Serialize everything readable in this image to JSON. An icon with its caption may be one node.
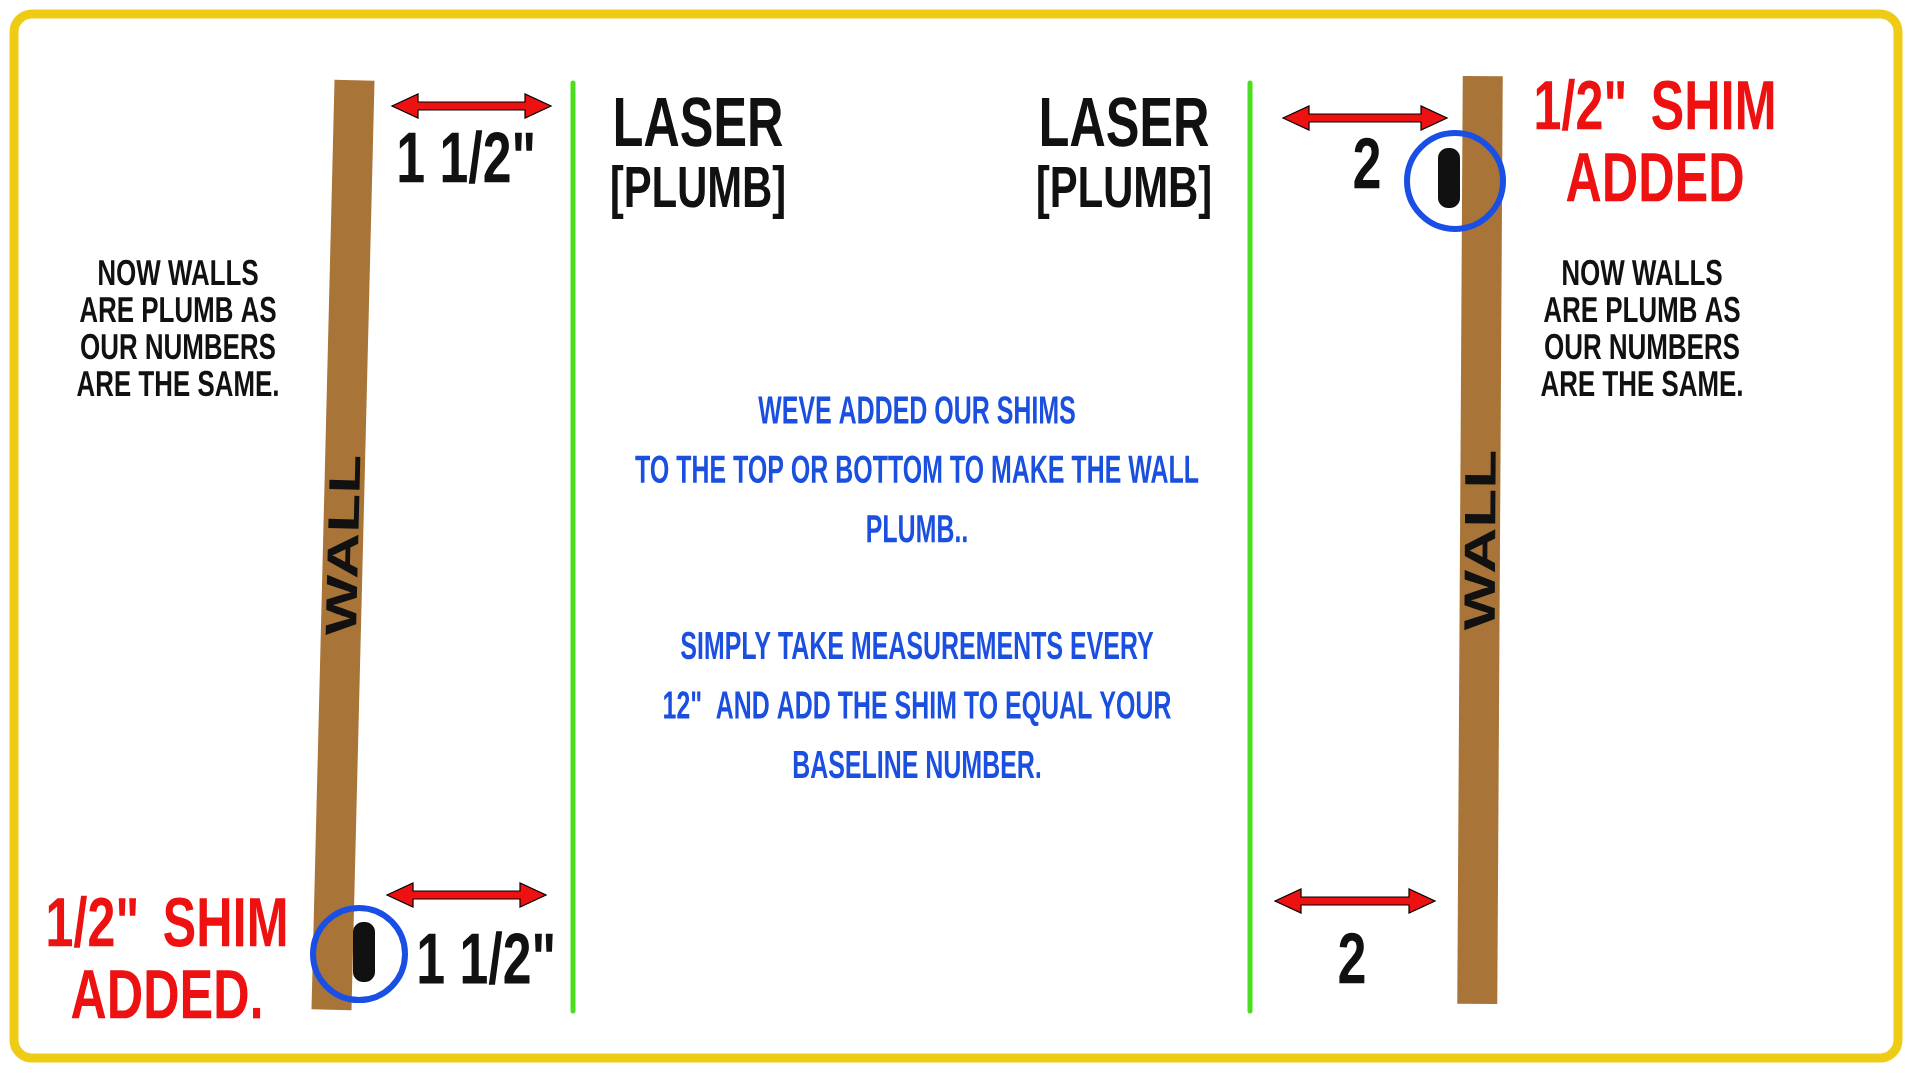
{
  "diagram": {
    "nodes": [
      {
        "text": [
          "WALL"
        ]
      },
      {
        "text": [
          "WALL"
        ]
      }
    ],
    "labels": [
      "1 1/2\"",
      "LASER",
      "[PLUMB]",
      "LASER",
      "[PLUMB]",
      "2",
      "1/2\" SHIM ADDED",
      "NOW WALLS ARE PLUMB AS OUR NUMBERS ARE THE SAME.",
      "NOW WALLS ARE PLUMB AS OUR NUMBERS ARE THE SAME.",
      "WEVE ADDED OUR SHIMS",
      "TO THE TOP OR BOTTOM TO MAKE THE WALL PLUMB..",
      "SIMPLY TAKE MEASUREMENTS EVERY 12\" AND ADD THE SHIM TO EQUAL YOUR BASELINE NUMBER.",
      "1/2\" SHIM ADDED.",
      "1 1/2\"",
      "2"
    ]
  }
}
